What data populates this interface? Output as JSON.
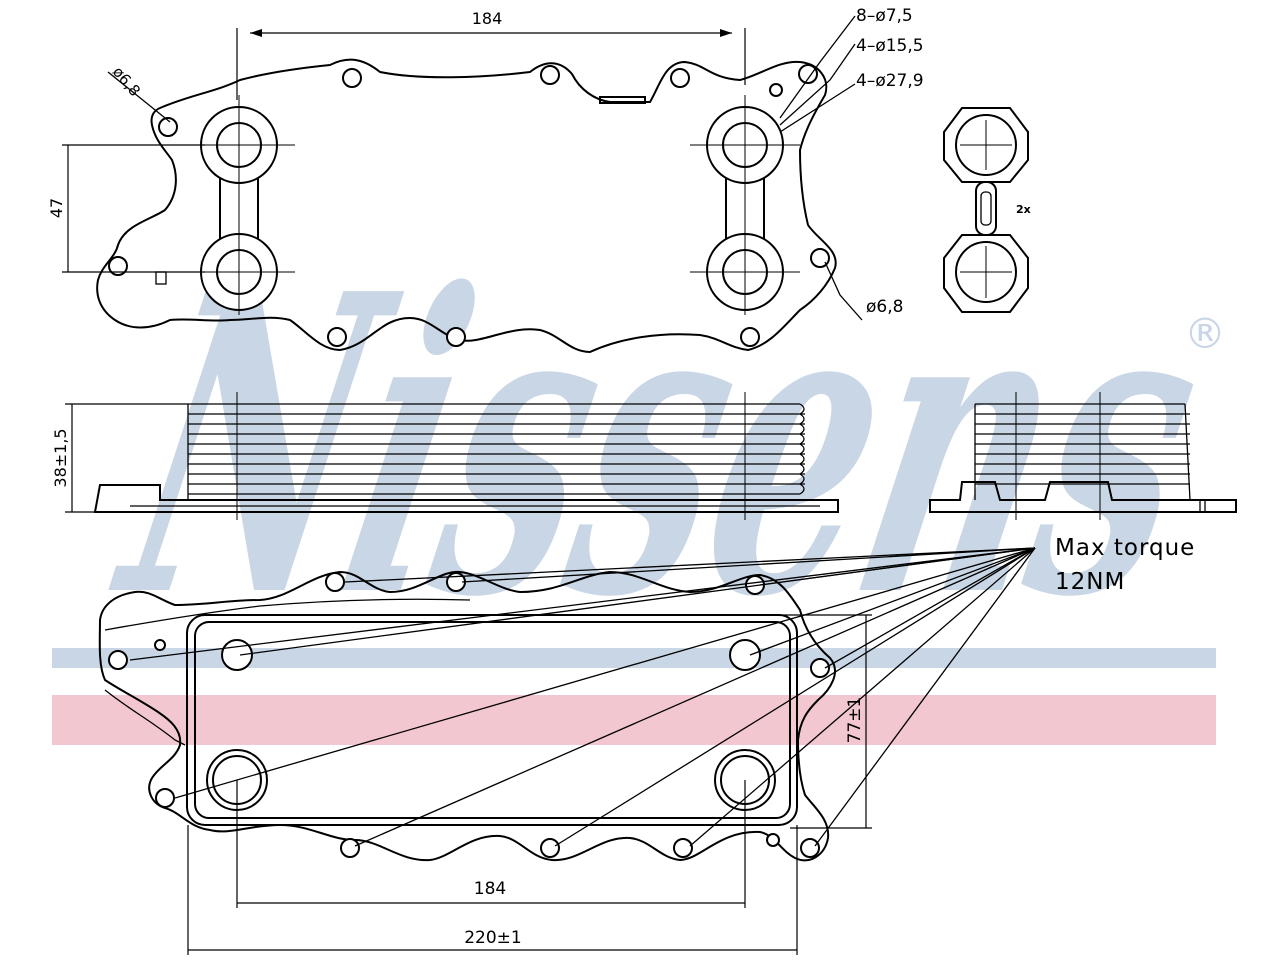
{
  "brand": {
    "watermark": "Nissens",
    "registered": "®",
    "colors": {
      "blue": "#c9d6e6",
      "pink": "#f3c7d0"
    }
  },
  "top_view": {
    "dim_width": "184",
    "dim_height": "47",
    "callout_small_holes": "8–ø7,5",
    "callout_ports_inner": "4–ø15,5",
    "callout_ports_outer": "4–ø27,9",
    "callout_mount_left": "ø6,8",
    "callout_mount_right": "ø6,8"
  },
  "gasket_label": "2x",
  "side_view": {
    "dim_height": "38±1,5"
  },
  "bottom_view": {
    "torque_line1": "Max torque",
    "torque_line2": "12NM",
    "dim_inner": "184",
    "dim_outer": "220±1",
    "dim_height": "77±1"
  }
}
